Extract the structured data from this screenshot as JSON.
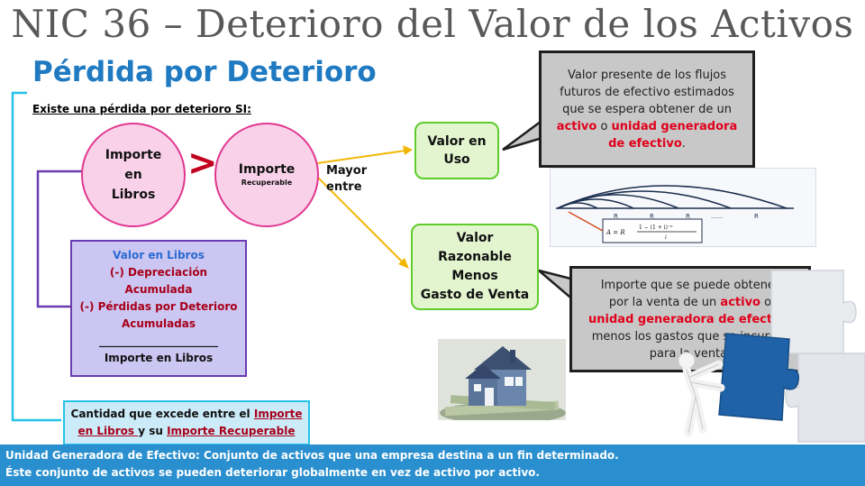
{
  "title": "NIC 36 – Deterioro del Valor de los Activos",
  "section_title": "Pérdida por Deterioro",
  "condition_text": "Existe una pérdida por deterioro SI:",
  "circles": {
    "importe_libros": {
      "line1": "Importe",
      "line2": "en",
      "line3": "Libros"
    },
    "importe_recuperable": {
      "line1": "Importe",
      "line2": "Recuperable"
    }
  },
  "comparison_sign": ">",
  "mayor_entre": {
    "line1": "Mayor",
    "line2": "entre"
  },
  "valor_uso": {
    "line1": "Valor en",
    "line2": "Uso"
  },
  "valor_razonable": {
    "line1": "Valor",
    "line2": "Razonable",
    "line3": "Menos",
    "line4": "Gasto de Venta"
  },
  "callout_uso": {
    "l1": "Valor presente de los flujos",
    "l2": "futuros de efectivo estimados",
    "l3": "que se espera obtener de un",
    "l4_red1": "activo",
    "l4_mid": " o ",
    "l4_red2": "unidad generadora",
    "l5_red": "de efectivo",
    "l5_end": "."
  },
  "callout_razonable": {
    "l1": "Importe que se puede obtener",
    "l2_start": "por la venta de un ",
    "l2_red": "activo",
    "l2_end": " o",
    "l3_red": "unidad generadora de efectivo",
    "l4": "menos los gastos que se incurran",
    "l5": "para la venta."
  },
  "libros_box": {
    "l1": "Valor en Libros",
    "l2": "(-) Depreciación",
    "l3": "Acumulada",
    "l4": "(-) Pérdidas por Deterioro",
    "l5": "Acumuladas",
    "l6": "______________________",
    "l7": "Importe en Libros"
  },
  "cantidad_box": {
    "l1_start": "Cantidad que excede entre el ",
    "l1_link": "Importe",
    "l2_link": "en Libros ",
    "l2_mid": "y su ",
    "l2_link2": "Importe Recuperable"
  },
  "formula": {
    "r": "R",
    "dots": "......",
    "eq": "A = R",
    "num": "1 − (1 + i)⁻ⁿ",
    "den": "i"
  },
  "bottom": {
    "l1": "Unidad Generadora de Efectivo: Conjunto de activos que una empresa destina a un fin determinado.",
    "l2": "Éste conjunto de activos se pueden deteriorar globalmente en vez de activo por activo."
  },
  "colors": {
    "title": "#595959",
    "accent_blue": "#1f7ac1",
    "pink_border": "#e0378f",
    "green_border": "#5fcc2b",
    "arrow": "#f2b705",
    "red": "#e0001a",
    "bar": "#2a8fcf"
  }
}
